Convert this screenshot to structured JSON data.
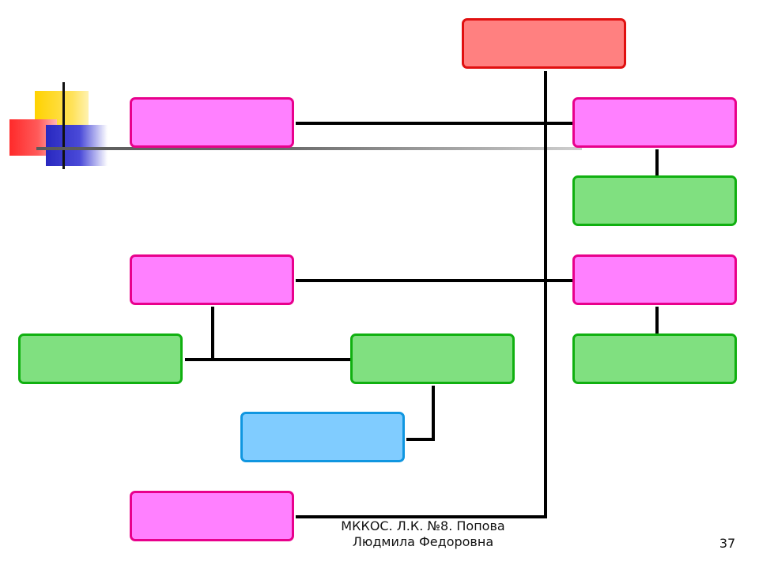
{
  "footer": {
    "line1": "МККОС. Л.К. №8. Попова",
    "line2": "Людмила Федоровна",
    "page_number": "37"
  },
  "colors": {
    "root": "#ff8080",
    "level1": "#ff80ff",
    "level2": "#80e080",
    "level3": "#80ccff"
  },
  "diagram": {
    "nodes": [
      {
        "id": "root",
        "label": ""
      },
      {
        "id": "left-magenta-1",
        "label": ""
      },
      {
        "id": "right-magenta-1",
        "label": ""
      },
      {
        "id": "right-green-1",
        "label": ""
      },
      {
        "id": "left-magenta-2",
        "label": ""
      },
      {
        "id": "right-magenta-2",
        "label": ""
      },
      {
        "id": "left-green",
        "label": ""
      },
      {
        "id": "mid-green",
        "label": ""
      },
      {
        "id": "right-green-2",
        "label": ""
      },
      {
        "id": "blue-box",
        "label": ""
      },
      {
        "id": "left-magenta-3",
        "label": ""
      }
    ]
  }
}
